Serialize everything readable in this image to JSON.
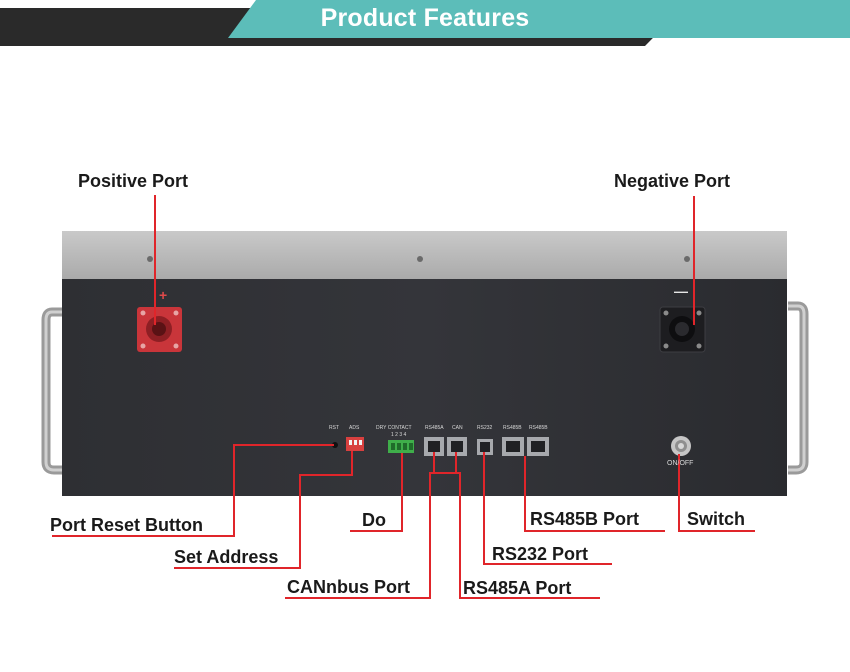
{
  "header": {
    "title": "Product Features"
  },
  "panel": {
    "plus_sign": "+",
    "minus_sign": "—",
    "rst_label": "RST",
    "ads_label": "ADS",
    "dry_contact_label": "DRY CONTACT",
    "dry_contact_numbers": "1 2 3 4",
    "rs485a_label": "RS485A",
    "can_label": "CAN",
    "rs232_label": "RS232",
    "rs485b_label_1": "RS485B",
    "rs485b_label_2": "RS485B",
    "switch_label": "ON/OFF"
  },
  "callouts": {
    "positive_port": "Positive Port",
    "negative_port": "Negative Port",
    "port_reset_button": "Port Reset Button",
    "set_address": "Set Address",
    "canbus_port": "CANnbus Port",
    "do": "Do",
    "rs485a_port": "RS485A Port",
    "rs232_port": "RS232 Port",
    "rs485b_port": "RS485B Port",
    "switch": "Switch"
  },
  "colors": {
    "accent_teal": "#5cbdb9",
    "banner_dark": "#2a2a2a",
    "callout_red": "#e0252a",
    "panel_black": "#2b2c30",
    "positive_terminal": "#c9353a"
  }
}
